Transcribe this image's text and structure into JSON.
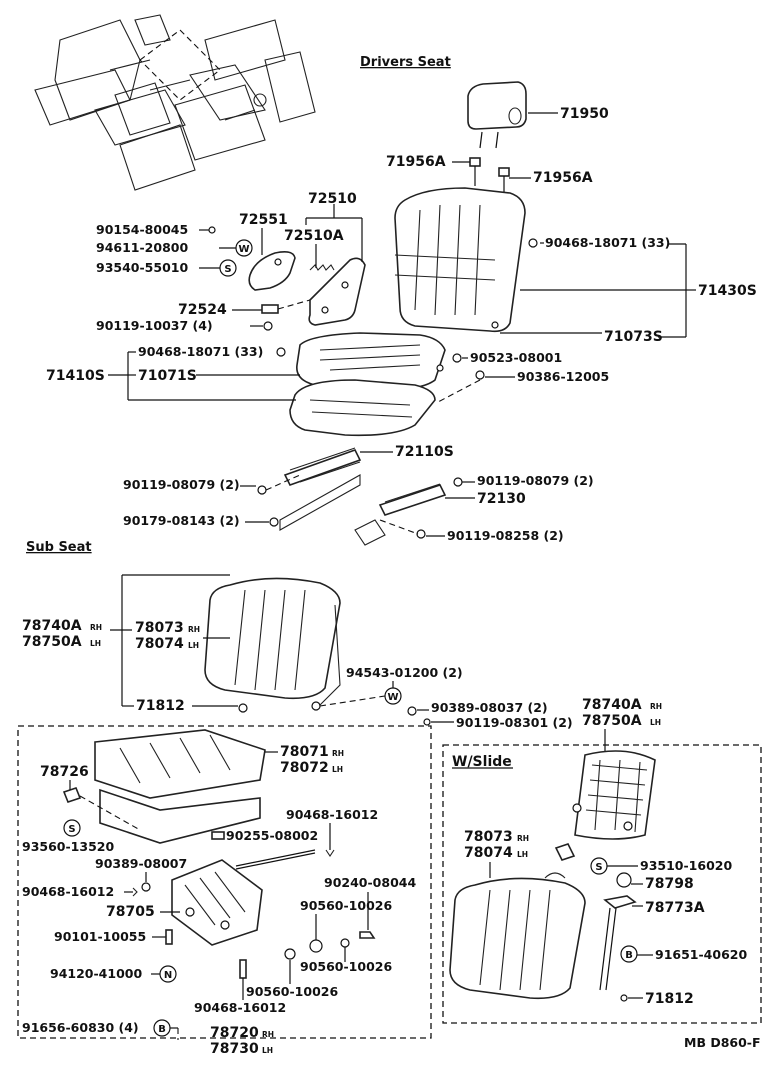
{
  "sections": {
    "drivers_seat": "Drivers Seat",
    "sub_seat": "Sub Seat",
    "w_slide": "W/Slide"
  },
  "drawing_code": "MB D860-F",
  "labels": {
    "p71950": "71950",
    "p71956A_l": "71956A",
    "p71956A_r": "71956A",
    "p72510": "72510",
    "p72510A": "72510A",
    "p72551": "72551",
    "p90154": "90154-80045",
    "p94611": "94611-20800",
    "p93540": "93540-55010",
    "p90468_33a": "90468-18071 (33)",
    "p71430S": "71430S",
    "p72524": "72524",
    "p90119_4": "90119-10037 (4)",
    "p71073S": "71073S",
    "p90468_33b": "90468-18071 (33)",
    "p90523": "90523-08001",
    "p71410S": "71410S",
    "p71071S": "71071S",
    "p90386": "90386-12005",
    "p72110S": "72110S",
    "p90119_08079_l": "90119-08079 (2)",
    "p90119_08079_r": "90119-08079 (2)",
    "p72130": "72130",
    "p90179": "90179-08143 (2)",
    "p90119_08258": "90119-08258 (2)",
    "p78740A_a": "78740A",
    "p78750A_a": "78750A",
    "p78073_a": "78073",
    "p78074_a": "78074",
    "p94543": "94543-01200 (2)",
    "p71812_a": "71812",
    "p90389_37": "90389-08037 (2)",
    "p90119_08301": "90119-08301 (2)",
    "p78740A_b": "78740A",
    "p78750A_b": "78750A",
    "p78071": "78071",
    "p78072": "78072",
    "p78726": "78726",
    "p90468_16012a": "90468-16012",
    "p90255": "90255-08002",
    "p93560": "93560-13520",
    "p90389_07": "90389-08007",
    "p90468_16012b": "90468-16012",
    "p78705": "78705",
    "p90101": "90101-10055",
    "p90240": "90240-08044",
    "p90560_a": "90560-10026",
    "p90560_b": "90560-10026",
    "p94120": "94120-41000",
    "p90560_c": "90560-10026",
    "p90468_16012c": "90468-16012",
    "p91656": "91656-60830 (4)",
    "p78720": "78720",
    "p78730": "78730",
    "p78073_b": "78073",
    "p78074_b": "78074",
    "p93510": "93510-16020",
    "p78798": "78798",
    "p78773A": "78773A",
    "p91651": "91651-40620",
    "p71812_b": "71812"
  },
  "side_marks": {
    "rh": "RH",
    "lh": "LH"
  },
  "callouts": {
    "washer": "W",
    "spring": "S",
    "bolt": "B",
    "nut": "N"
  }
}
